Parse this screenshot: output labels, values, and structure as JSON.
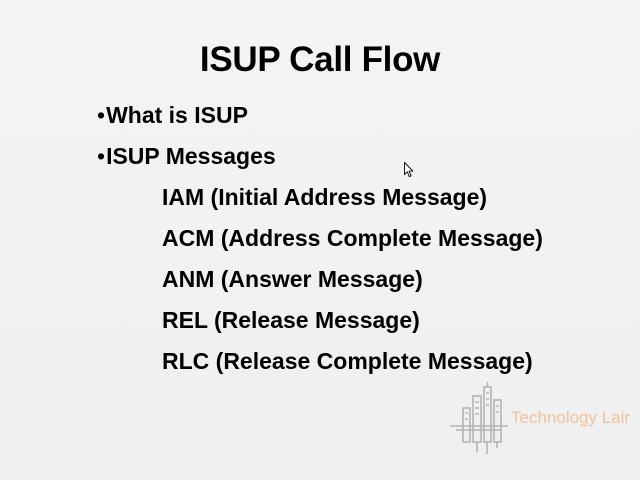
{
  "slide": {
    "title": "ISUP Call Flow",
    "bullets": [
      {
        "marker": "•",
        "text": "What is ISUP"
      },
      {
        "marker": "•",
        "text": "ISUP Messages"
      }
    ],
    "sub_items": [
      "IAM (Initial Address Message)",
      "ACM (Address Complete Message)",
      "ANM (Answer Message)",
      "REL (Release Message)",
      "RLC (Release Complete Message)"
    ]
  },
  "logo": {
    "text": "Technology Lair",
    "icon": "city-buildings-icon",
    "text_color": "#f1c39a"
  },
  "cursor": {
    "icon": "mouse-pointer-icon"
  },
  "colors": {
    "background": "#f2f2f2",
    "text": "#000000"
  }
}
